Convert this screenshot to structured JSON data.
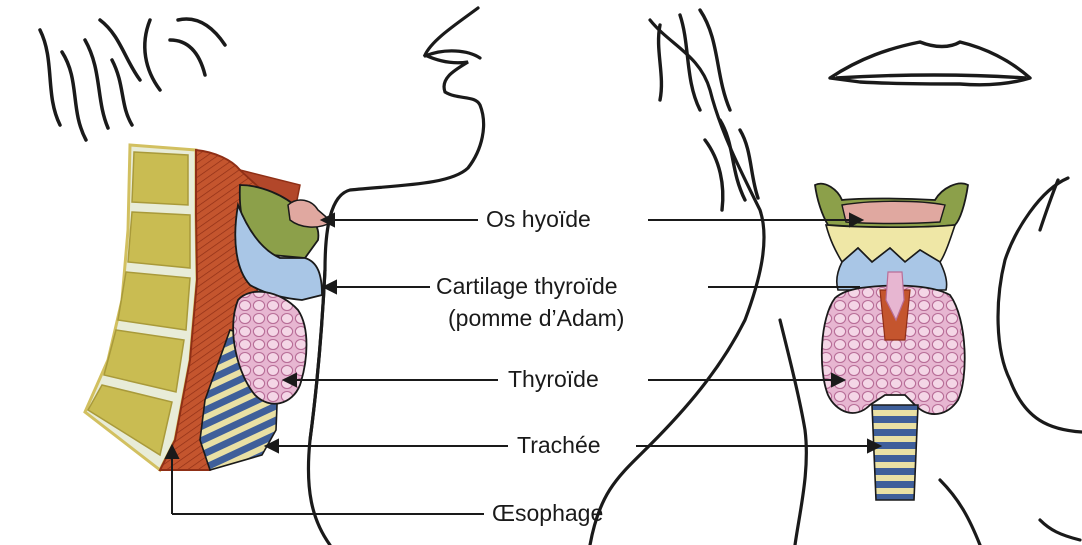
{
  "labels": {
    "hyoid": "Os hyoïde",
    "thyroid_cartilage_line1": "Cartilage thyroïde",
    "thyroid_cartilage_line2": "(pomme d’Adam)",
    "thyroid": "Thyroïde",
    "trachea": "Trachée",
    "esophagus": "Œsophage"
  },
  "colors": {
    "outline": "#1a1a1a",
    "vertebra": "#c9bc52",
    "vertebra_light": "#e4d98c",
    "disc": "#e8ecd8",
    "spine_edge": "#d2c060",
    "muscle": "#c4552e",
    "muscle_dark": "#9b3418",
    "gland": "#e7b6d1",
    "gland_lobule": "#f4d6e6",
    "gland_edge": "#b86e98",
    "cartilage_blue": "#a9c6e6",
    "cartilage_cream": "#efe7a6",
    "hyoid_green": "#8ca04a",
    "hyoid_pink": "#e0a8a0",
    "trachea_blue": "#3f5f9a",
    "trachea_ring": "#e9e0a4"
  }
}
